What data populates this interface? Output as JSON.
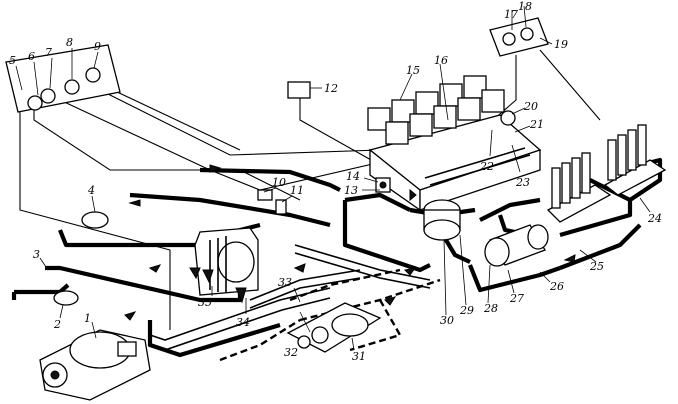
{
  "callouts": {
    "n1": "1",
    "n2": "2",
    "n3": "3",
    "n4": "4",
    "n5": "5",
    "n6": "6",
    "n7": "7",
    "n8": "8",
    "n9": "9",
    "n10": "10",
    "n11": "11",
    "n12": "12",
    "n13": "13",
    "n14": "14",
    "n15": "15",
    "n16": "16",
    "n17": "17",
    "n18": "18",
    "n19": "19",
    "n20": "20",
    "n21": "21",
    "n22": "22",
    "n23": "23",
    "n24": "24",
    "n25": "25",
    "n26": "26",
    "n27": "27",
    "n28": "28",
    "n29": "29",
    "n30": "30",
    "n31": "31",
    "n32": "32",
    "n33": "33",
    "n34": "34",
    "n35": "35"
  },
  "colors": {
    "line": "#000000",
    "background": "#ffffff"
  }
}
